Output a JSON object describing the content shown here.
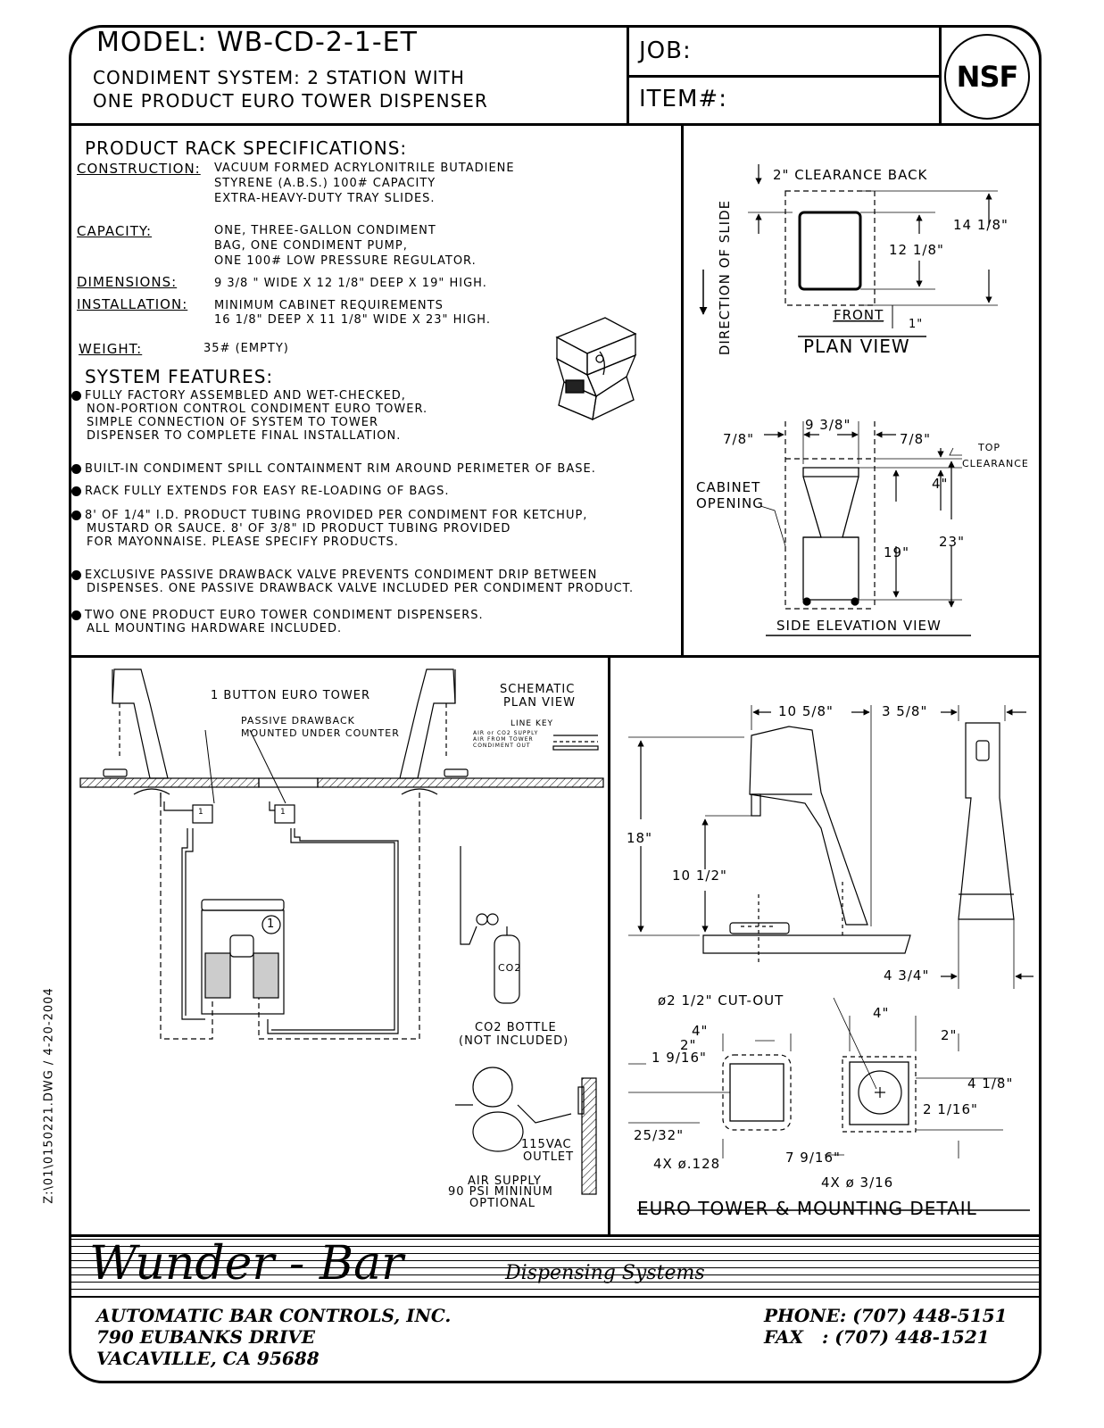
{
  "header": {
    "model": "MODEL:  WB-CD-2-1-ET",
    "subtitle_line1": "CONDIMENT SYSTEM: 2 STATION WITH",
    "subtitle_line2": "ONE PRODUCT EURO TOWER DISPENSER",
    "job_label": "JOB:",
    "item_label": "ITEM#:",
    "nsf_logo": "NSF"
  },
  "specs": {
    "title": "PRODUCT RACK SPECIFICATIONS:",
    "rows": [
      {
        "label": "CONSTRUCTION:",
        "lines": [
          "VACUUM FORMED ACRYLONITRILE BUTADIENE",
          "STYRENE (A.B.S.) 100# CAPACITY",
          "EXTRA-HEAVY-DUTY TRAY SLIDES."
        ]
      },
      {
        "label": "CAPACITY:",
        "lines": [
          "ONE, THREE-GALLON CONDIMENT",
          "BAG, ONE CONDIMENT PUMP,",
          "ONE 100# LOW PRESSURE REGULATOR."
        ]
      },
      {
        "label": "DIMENSIONS:",
        "lines": [
          "9 3/8 \" WIDE X 12 1/8\" DEEP X 19\" HIGH."
        ]
      },
      {
        "label": "INSTALLATION:",
        "lines": [
          "MINIMUM CABINET REQUIREMENTS",
          "16 1/8\" DEEP X 11 1/8\" WIDE X 23\" HIGH."
        ]
      },
      {
        "label": "WEIGHT:",
        "lines": [
          "35# (EMPTY)"
        ]
      }
    ],
    "features_title": "SYSTEM FEATURES:",
    "features": [
      [
        "FULLY FACTORY ASSEMBLED AND WET-CHECKED,",
        "NON-PORTION CONTROL CONDIMENT EURO TOWER.",
        "SIMPLE CONNECTION OF SYSTEM TO TOWER",
        "DISPENSER TO COMPLETE FINAL INSTALLATION."
      ],
      [
        "BUILT-IN CONDIMENT SPILL CONTAINMENT RIM AROUND PERIMETER OF BASE."
      ],
      [
        "RACK FULLY EXTENDS FOR EASY RE-LOADING OF BAGS."
      ],
      [
        "8' OF 1/4\" I.D. PRODUCT TUBING PROVIDED PER CONDIMENT FOR KETCHUP,",
        "MUSTARD OR SAUCE. 8' OF 3/8\" ID PRODUCT TUBING PROVIDED",
        "FOR MAYONNAISE. PLEASE SPECIFY PRODUCTS."
      ],
      [
        "EXCLUSIVE PASSIVE DRAWBACK VALVE PREVENTS CONDIMENT DRIP BETWEEN",
        "DISPENSES. ONE PASSIVE DRAWBACK VALVE INCLUDED PER CONDIMENT PRODUCT."
      ],
      [
        "TWO ONE PRODUCT EURO TOWER CONDIMENT DISPENSERS.",
        "ALL MOUNTING HARDWARE INCLUDED."
      ]
    ]
  },
  "plan_view": {
    "clearance_back": "2\" CLEARANCE BACK",
    "dim_14": "14 1/8\"",
    "dim_12": "12 1/8\"",
    "front": "FRONT",
    "dim_1": "1\"",
    "direction": "DIRECTION OF SLIDE",
    "title": "PLAN VIEW"
  },
  "side_view": {
    "dim_78_left": "7/8\"",
    "dim_938": "9 3/8\"",
    "dim_78_right": "7/8\"",
    "top": "TOP",
    "clearance": "CLEARANCE",
    "cabinet": "CABINET",
    "opening": "OPENING",
    "dim_4": "4\"",
    "dim_19": "19\"",
    "dim_23": "23\"",
    "title": "SIDE ELEVATION VIEW"
  },
  "schematic": {
    "tower_label": "1 BUTTON EURO TOWER",
    "passive1": "PASSIVE DRAWBACK",
    "passive2": "MOUNTED UNDER COUNTER",
    "title1": "SCHEMATIC",
    "title2": "PLAN VIEW",
    "line_key": "LINE KEY",
    "key1": "AIR or CO2 SUPPLY",
    "key2": "AIR FROM TOWER",
    "key3": "CONDIMENT OUT",
    "valve_num": "1",
    "rack_num": "1",
    "co2": "CO2",
    "co2_bottle": "CO2 BOTTLE",
    "not_included": "(NOT INCLUDED)",
    "outlet1": "115VAC",
    "outlet2": "OUTLET",
    "air1": "AIR SUPPLY",
    "air2": "90 PSI MININUM",
    "air3": "OPTIONAL"
  },
  "euro_detail": {
    "dim_1058": "10 5/8\"",
    "dim_358": "3 5/8\"",
    "dim_18": "18\"",
    "dim_1012": "10 1/2\"",
    "dim_434": "4 3/4\"",
    "cutout": "ø2 1/2\" CUT-OUT",
    "dim_4a": "4\"",
    "dim_2a": "2\"",
    "dim_1916": "1 9/16\"",
    "dim_4b": "4\"",
    "dim_2b": "2\"",
    "dim_418": "4 1/8\"",
    "dim_2116": "2 1/16\"",
    "dim_2532": "25/32\"",
    "holes1": "4X ø.128",
    "dim_7916": "7 9/16\"",
    "holes2": "4X ø 3/16",
    "title": "EURO TOWER & MOUNTING DETAIL"
  },
  "footer": {
    "brand": "Wunder - Bar",
    "tagline": "Dispensing Systems",
    "company": "AUTOMATIC BAR CONTROLS, INC.",
    "street": "790 EUBANKS DRIVE",
    "city": "VACAVILLE, CA 95688",
    "phone": "PHONE: (707) 448-5151",
    "fax": "FAX   : (707) 448-1521"
  },
  "file_path": "Z:\\01\\0150221.DWG / 4-20-2004"
}
